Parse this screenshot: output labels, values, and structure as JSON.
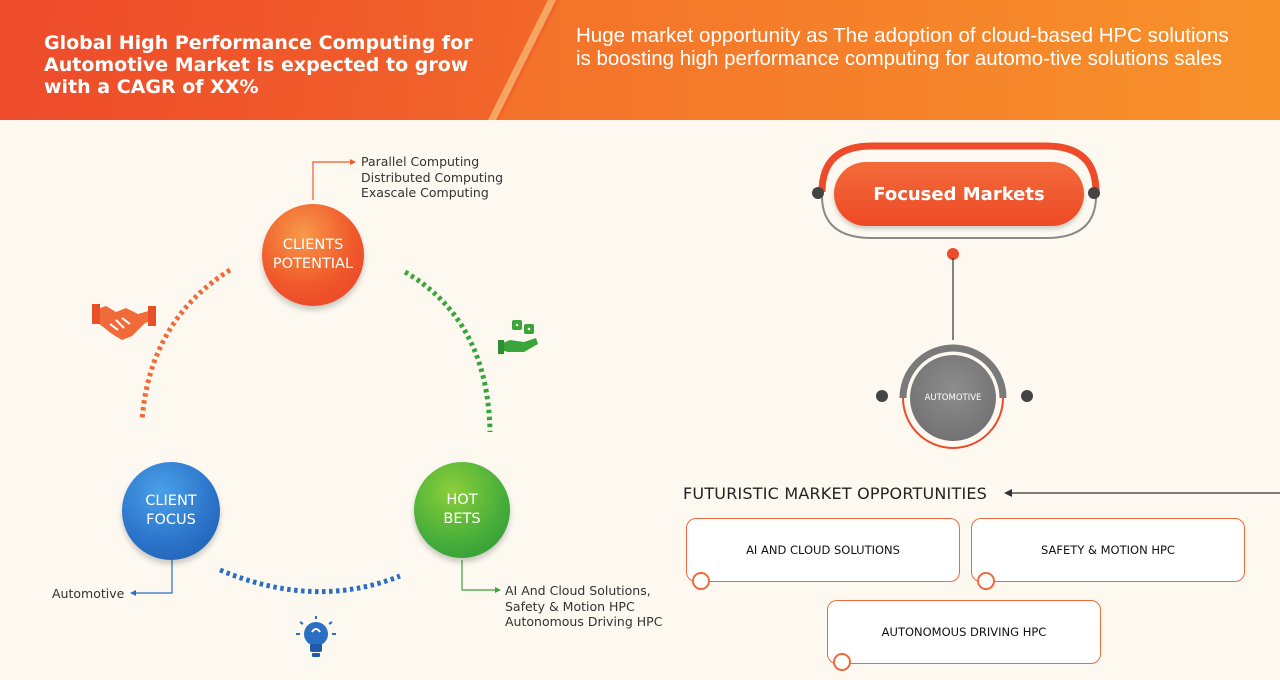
{
  "header": {
    "title": "Global  High Performance Computing for Automotive Market is expected to grow with a CAGR of XX%",
    "subtitle": "Huge market opportunity as The adoption of cloud-based HPC solutions is boosting high performance computing for automo-tive solutions sales"
  },
  "cycle": {
    "clients_potential": {
      "line1": "CLIENTS",
      "line2": "POTENTIAL",
      "items": [
        "Parallel Computing",
        "Distributed Computing",
        "Exascale Computing"
      ]
    },
    "client_focus": {
      "line1": "CLIENT",
      "line2": "FOCUS",
      "items": [
        "Automotive"
      ]
    },
    "hot_bets": {
      "line1": "HOT",
      "line2": "BETS",
      "items": [
        "AI And Cloud Solutions,",
        "Safety & Motion HPC",
        "Autonomous Driving HPC"
      ]
    },
    "icons": [
      "handshake-icon",
      "dice-in-hand-icon",
      "lightbulb-icon"
    ]
  },
  "focused_markets": {
    "label": "Focused Markets",
    "center": "AUTOMOTIVE"
  },
  "futuristic": {
    "title": "FUTURISTIC MARKET OPPORTUNITIES",
    "boxes": [
      "AI AND CLOUD SOLUTIONS",
      "SAFETY & MOTION HPC",
      "AUTONOMOUS DRIVING HPC"
    ]
  },
  "colors": {
    "orange": "#f05a2a",
    "blue": "#2a6fc4",
    "green": "#3aa53a",
    "gray": "#6e6e6e"
  }
}
